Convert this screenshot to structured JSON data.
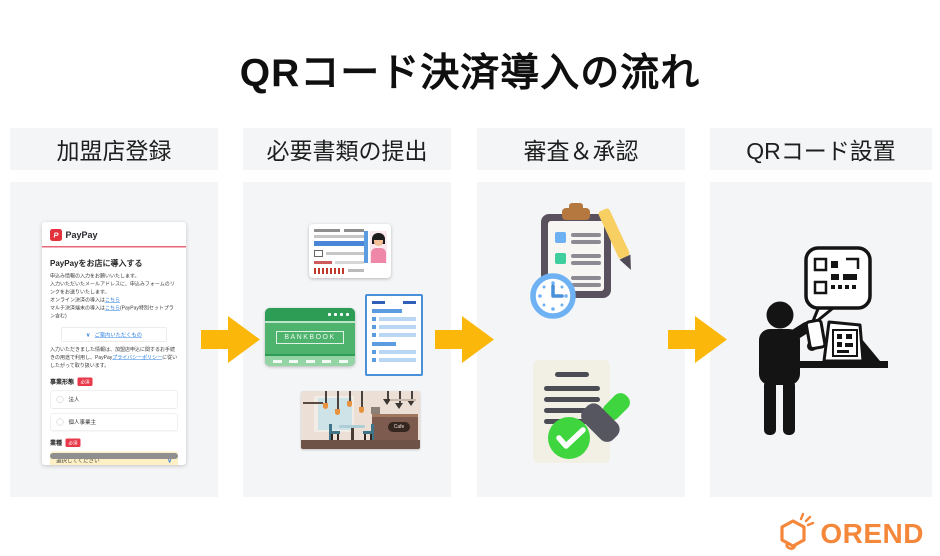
{
  "title": "QRコード決済導入の流れ",
  "steps": [
    {
      "label": "加盟店登録"
    },
    {
      "label": "必要書類の提出"
    },
    {
      "label": "審査＆承認"
    },
    {
      "label": "QRコード設置"
    }
  ],
  "paypay_form": {
    "logo_letter": "P",
    "brand": "PayPay",
    "heading": "PayPayをお店に導入する",
    "intro_line1": "申込み情報の入力をお願いいたします。",
    "intro_line2": "入力いただいたメールアドレスに、申込みフォームのリンクをお送りいたします。",
    "online_pre": "オンライン決済の導入は",
    "online_link": "こちら",
    "multi_pre": "マルチ決済端末の導入は",
    "multi_link": "こちら",
    "multi_post": "(PayPay特別セットプラン含む)",
    "accordion_label": "ご案内いただくもの",
    "privacy_pre": "入力いただきました情報は、加盟店申込に関するお手続きの用途で利用し、PayPay",
    "privacy_link": "プライバシーポリシー",
    "privacy_post": "に従いしたがって取り扱います。",
    "business_type_label": "事業形態",
    "required_badge": "必須",
    "radio_corporate": "法人",
    "radio_individual": "個人事業主",
    "industry_label": "業種",
    "industry_placeholder": "選択してください"
  },
  "documents": {
    "bankbook_label": "BANKBOOK",
    "cafe_sign": "Cafe"
  },
  "footer": {
    "brand": "OREND"
  },
  "icons": {
    "chevron_down": "∨",
    "check": "✓"
  },
  "colors": {
    "arrow_yellow": "#FBB80B",
    "panel_gray": "#F4F5F7",
    "brand_orange": "#F5873B",
    "paypay_red": "#E3323C",
    "badge_red": "#E8384A",
    "link_blue": "#2A7DE1",
    "approve_green": "#3FD53F",
    "bankbook_green": "#4EB36D"
  }
}
